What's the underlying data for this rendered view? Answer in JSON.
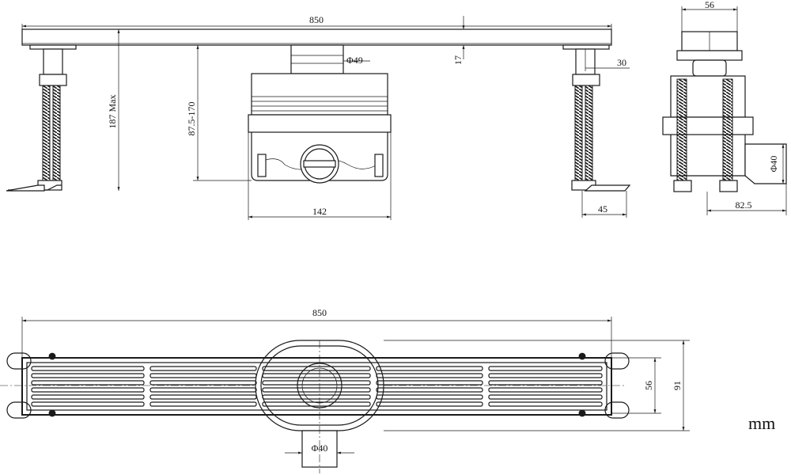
{
  "drawing": {
    "units": "mm",
    "side_view": {
      "length": "850",
      "height_max": "187 Max",
      "height_range": "87.5-170",
      "outlet_diameter": "Φ49",
      "frame_height": "17",
      "leg_offset": "30",
      "body_width": "142",
      "foot_width": "45"
    },
    "end_view": {
      "top_width": "56",
      "outlet_diameter": "Φ40",
      "outlet_offset": "82.5"
    },
    "plan_view": {
      "length": "850",
      "grate_width": "56",
      "overall_width": "91",
      "outlet_diameter": "Φ40"
    }
  }
}
